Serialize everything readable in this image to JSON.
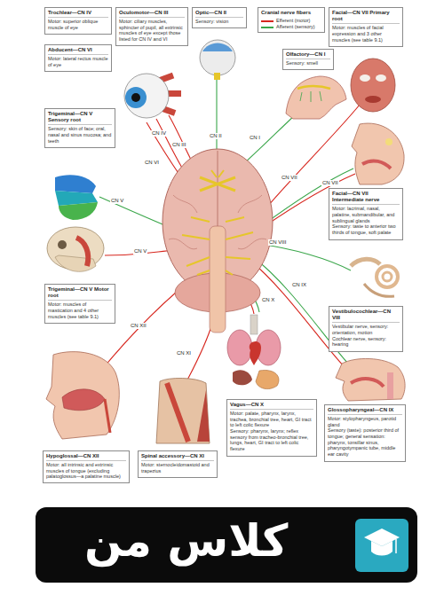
{
  "diagram": {
    "nodes": [
      {
        "text": [
          "Trochlear—CN IV",
          "Motor: superior oblique muscle of eye"
        ]
      },
      {
        "text": [
          "Oculomotor—CN III",
          "Motor: ciliary muscles, sphincter of pupil, all extrinsic muscles of eye except those listed for CN IV and VI"
        ]
      },
      {
        "text": [
          "Optic—CN II",
          "Sensory: vision"
        ]
      },
      {
        "text": [
          "Facial—CN VII Primary root",
          "Motor: muscles of facial expression and 3 other muscles (see table 9.1)"
        ]
      },
      {
        "text": [
          "Abducent—CN VI",
          "Motor: lateral rectus muscle of eye"
        ]
      },
      {
        "text": [
          "Olfactory—CN I",
          "Sensory: smell"
        ]
      },
      {
        "text": [
          "Trigeminal—CN V Sensory root",
          "Sensory: skin of face; oral, nasal and sinus mucosa; and teeth"
        ]
      },
      {
        "text": [
          "Facial—CN VII Intermediate nerve",
          "Motor: lacrimal, nasal, palatine, submandibular, and sublingual glands",
          "Sensory: taste to anterior two thirds of tongue, soft palate"
        ]
      },
      {
        "text": [
          "Trigeminal—CN V Motor root",
          "Motor: muscles of mastication and 4 other muscles (see table 9.1)"
        ]
      },
      {
        "text": [
          "Vestibulocochlear—CN VIII",
          "Vestibular nerve, sensory: orientation, motion",
          "Cochlear nerve, sensory: hearing"
        ]
      },
      {
        "text": [
          "Vagus—CN X",
          "Motor: palate, pharynx, larynx, trachea, bronchial tree, heart, GI tract to left colic flexure",
          "Sensory: pharynx, larynx; reflex sensory from tracheo-bronchial tree, lungs, heart, GI tract to left colic flexure"
        ]
      },
      {
        "text": [
          "Glossopharyngeal—CN IX",
          "Motor: stylopharyngeus, parotid gland",
          "Sensory (taste): posterior third of tongue; general sensation: pharynx, tonsillar sinus, pharyngotympanic tube, middle ear cavity"
        ]
      },
      {
        "text": [
          "Hypoglossal—CN XII",
          "Motor: all intrinsic and extrinsic muscles of tongue (excluding palatoglossus—a palatine muscle)"
        ]
      },
      {
        "text": [
          "Spinal accessory—CN XI",
          "Motor: sternocleidomastoid and trapezius"
        ]
      }
    ],
    "labels": [
      "Cranial nerve fibers",
      "CN IV",
      "CN III",
      "CN VI",
      "CN II",
      "CN I",
      "CN V",
      "CN VII",
      "CN VII",
      "CN V",
      "CN VIII",
      "CN IX",
      "CN X",
      "CN XI",
      "CN XII",
      "کلاس من"
    ],
    "legend": [
      {
        "text": "Efferent (motor)",
        "color": "#d7261e"
      },
      {
        "text": "Afferent (sensory)",
        "color": "#3aa64a"
      }
    ]
  }
}
